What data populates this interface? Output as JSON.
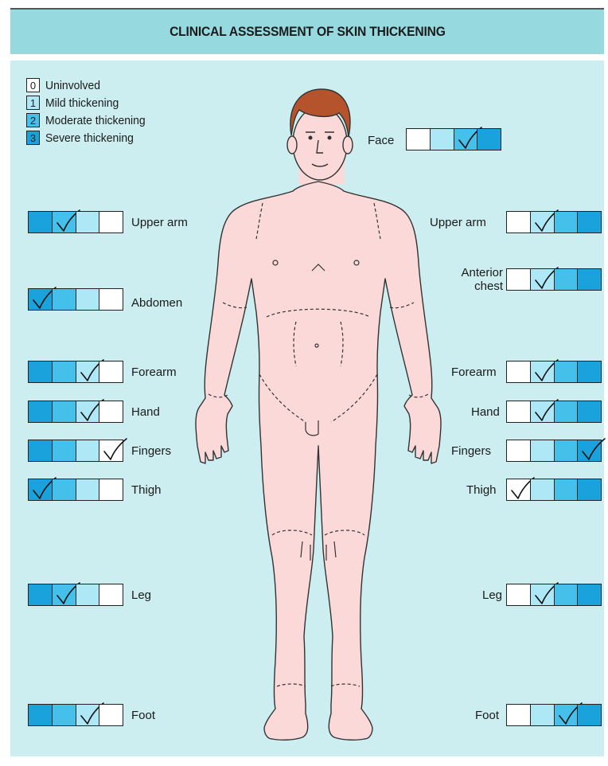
{
  "title": "CLINICAL ASSESSMENT OF SKIN THICKENING",
  "colors": {
    "background": "#cdeef0",
    "header": "#96d9de",
    "score0": "#ffffff",
    "score1": "#aee8f6",
    "score2": "#45c0ea",
    "score3": "#1aa2dc",
    "skin": "#fbd9d9",
    "hair": "#b5532c"
  },
  "legend": [
    {
      "score": "0",
      "label": "Uninvolved"
    },
    {
      "score": "1",
      "label": "Mild thickening"
    },
    {
      "score": "2",
      "label": "Moderate thickening"
    },
    {
      "score": "3",
      "label": "Severe thickening"
    }
  ],
  "sites": [
    {
      "id": "face",
      "label": "Face",
      "score": 2,
      "side": "center"
    },
    {
      "id": "upper-arm-left",
      "label": "Upper arm",
      "score": 2,
      "side": "left"
    },
    {
      "id": "abdomen",
      "label": "Abdomen",
      "score": 3,
      "side": "left"
    },
    {
      "id": "forearm-left",
      "label": "Forearm",
      "score": 1,
      "side": "left"
    },
    {
      "id": "hand-left",
      "label": "Hand",
      "score": 1,
      "side": "left"
    },
    {
      "id": "fingers-left",
      "label": "Fingers",
      "score": 0,
      "side": "left"
    },
    {
      "id": "thigh-left",
      "label": "Thigh",
      "score": 3,
      "side": "left"
    },
    {
      "id": "leg-left",
      "label": "Leg",
      "score": 2,
      "side": "left"
    },
    {
      "id": "foot-left",
      "label": "Foot",
      "score": 1,
      "side": "left"
    },
    {
      "id": "upper-arm-right",
      "label": "Upper arm",
      "score": 1,
      "side": "right"
    },
    {
      "id": "anterior-chest",
      "label": "Anterior chest",
      "score": 1,
      "side": "right"
    },
    {
      "id": "forearm-right",
      "label": "Forearm",
      "score": 1,
      "side": "right"
    },
    {
      "id": "hand-right",
      "label": "Hand",
      "score": 1,
      "side": "right"
    },
    {
      "id": "fingers-right",
      "label": "Fingers",
      "score": 3,
      "side": "right"
    },
    {
      "id": "thigh-right",
      "label": "Thigh",
      "score": 0,
      "side": "right"
    },
    {
      "id": "leg-right",
      "label": "Leg",
      "score": 1,
      "side": "right"
    },
    {
      "id": "foot-right",
      "label": "Foot",
      "score": 2,
      "side": "right"
    }
  ]
}
